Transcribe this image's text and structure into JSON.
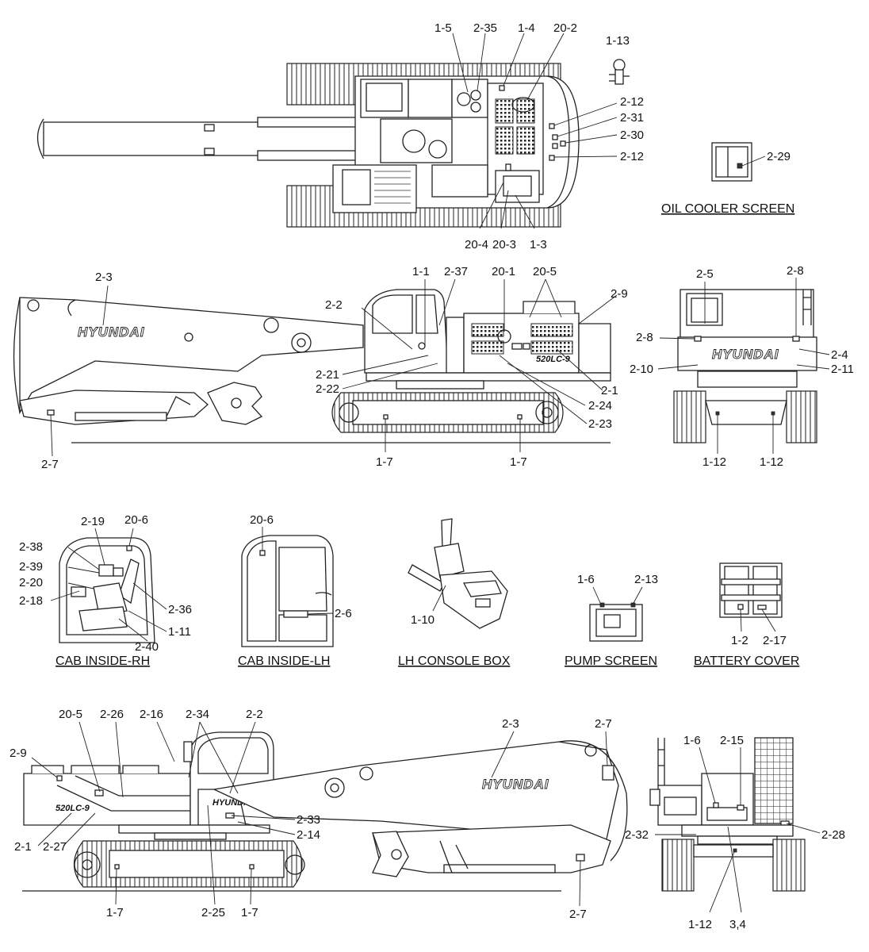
{
  "brand": "HYUNDAI",
  "model_badge": "520LC-9",
  "captions": {
    "oil_cooler_screen": "OIL COOLER SCREEN",
    "cab_inside_rh": "CAB INSIDE-RH",
    "cab_inside_lh": "CAB INSIDE-LH",
    "lh_console_box": "LH CONSOLE BOX",
    "pump_screen": "PUMP SCREEN",
    "battery_cover": "BATTERY COVER"
  },
  "labels": {
    "top": [
      "1-5",
      "2-35",
      "1-4",
      "20-2",
      "1-13",
      "2-12",
      "2-31",
      "2-30",
      "2-12",
      "20-4",
      "20-3",
      "1-3"
    ],
    "oil_cooler": [
      "2-29"
    ],
    "side_rh": [
      "2-3",
      "1-1",
      "2-37",
      "20-1",
      "20-5",
      "2-9",
      "2-2",
      "2-21",
      "2-22",
      "2-1",
      "2-24",
      "2-23",
      "2-7",
      "1-7",
      "1-7"
    ],
    "rear": [
      "2-5",
      "2-8",
      "2-8",
      "2-4",
      "2-10",
      "2-11",
      "1-12",
      "1-12"
    ],
    "cab_rh": [
      "2-19",
      "20-6",
      "2-38",
      "2-39",
      "2-20",
      "2-18",
      "2-36",
      "1-11",
      "2-40"
    ],
    "cab_lh": [
      "20-6",
      "2-6"
    ],
    "console": [
      "1-10"
    ],
    "pump": [
      "1-6",
      "2-13"
    ],
    "battery": [
      "1-2",
      "2-17"
    ],
    "side_lh": [
      "20-5",
      "2-26",
      "2-16",
      "2-34",
      "2-2",
      "2-9",
      "2-3",
      "2-7",
      "2-33",
      "2-14",
      "2-1",
      "2-27",
      "2-25",
      "1-7",
      "1-7",
      "2-7"
    ],
    "front": [
      "1-6",
      "2-15",
      "2-32",
      "2-28",
      "1-12",
      "3,4"
    ]
  }
}
